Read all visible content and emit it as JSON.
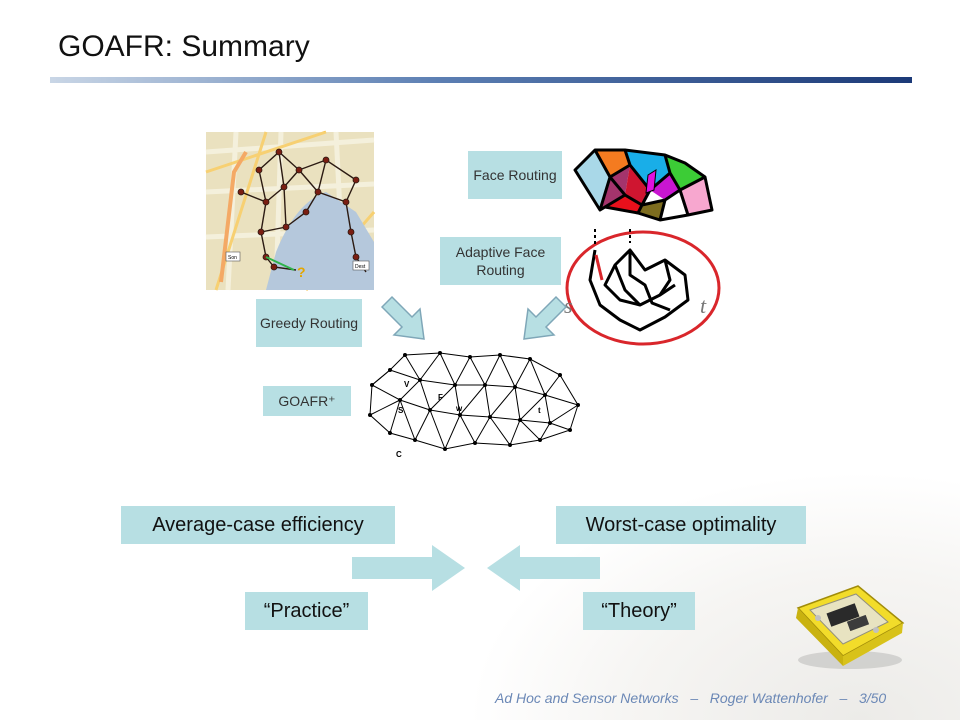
{
  "title": "GOAFR: Summary",
  "labels": {
    "face_routing": "Face Routing",
    "adaptive_face_routing": "Adaptive Face Routing",
    "greedy_routing": "Greedy Routing",
    "goafr_plus": "GOAFR⁺",
    "average_case": "Average-case efficiency",
    "worst_case": "Worst-case optimality",
    "practice": "“Practice”",
    "theory": "“Theory”"
  },
  "map": {
    "sign_left": "Son",
    "sign_right": "Dest",
    "question": "?"
  },
  "afr": {
    "s": "s",
    "t": "t"
  },
  "goafr_graph": {
    "v": "V",
    "f": "F",
    "s": "S",
    "w": "w",
    "t": "t",
    "c": "C"
  },
  "footer": {
    "course": "Ad Hoc and Sensor Networks",
    "sep": "–",
    "author": "Roger Wattenhofer",
    "page": "3/50"
  },
  "colors": {
    "label_bg": "#b7dfe3",
    "arrow_fill": "#b7dfe3",
    "arrow_stroke": "#7fa7b8",
    "title_bar_dark": "#1c3a78",
    "footer_text": "#6b88b6",
    "ellipse_red": "#d9262b"
  }
}
